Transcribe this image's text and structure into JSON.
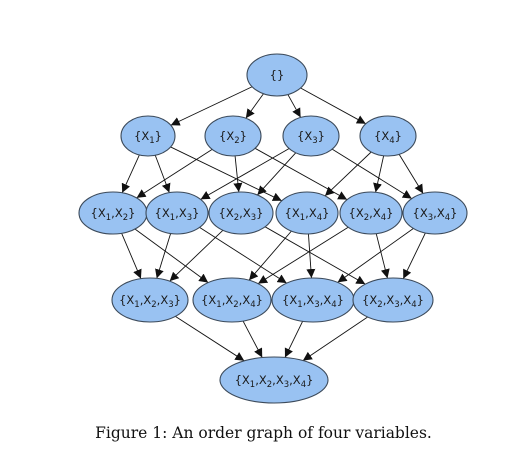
{
  "colors": {
    "node_fill": "#99c2f2",
    "node_stroke": "#3c4a5a",
    "edge": "#111111"
  },
  "diagram": {
    "nodes": [
      {
        "id": "n0",
        "label": "{}",
        "subsets": []
      },
      {
        "id": "n1",
        "label": "{X1}",
        "subsets": [
          1
        ]
      },
      {
        "id": "n2",
        "label": "{X2}",
        "subsets": [
          2
        ]
      },
      {
        "id": "n3",
        "label": "{X3}",
        "subsets": [
          3
        ]
      },
      {
        "id": "n4",
        "label": "{X4}",
        "subsets": [
          4
        ]
      },
      {
        "id": "n12",
        "label": "{X1,X2}",
        "subsets": [
          1,
          2
        ]
      },
      {
        "id": "n13",
        "label": "{X1,X3}",
        "subsets": [
          1,
          3
        ]
      },
      {
        "id": "n23",
        "label": "{X2,X3}",
        "subsets": [
          2,
          3
        ]
      },
      {
        "id": "n14",
        "label": "{X1,X4}",
        "subsets": [
          1,
          4
        ]
      },
      {
        "id": "n24",
        "label": "{X2,X4}",
        "subsets": [
          2,
          4
        ]
      },
      {
        "id": "n34",
        "label": "{X3,X4}",
        "subsets": [
          3,
          4
        ]
      },
      {
        "id": "n123",
        "label": "{X1,X2,X3}",
        "subsets": [
          1,
          2,
          3
        ]
      },
      {
        "id": "n124",
        "label": "{X1,X2,X4}",
        "subsets": [
          1,
          2,
          4
        ]
      },
      {
        "id": "n134",
        "label": "{X1,X3,X4}",
        "subsets": [
          1,
          3,
          4
        ]
      },
      {
        "id": "n234",
        "label": "{X2,X3,X4}",
        "subsets": [
          2,
          3,
          4
        ]
      },
      {
        "id": "n1234",
        "label": "{X1,X2,X3,X4}",
        "subsets": [
          1,
          2,
          3,
          4
        ]
      }
    ],
    "edges": [
      [
        "n0",
        "n1"
      ],
      [
        "n0",
        "n2"
      ],
      [
        "n0",
        "n3"
      ],
      [
        "n0",
        "n4"
      ],
      [
        "n1",
        "n12"
      ],
      [
        "n1",
        "n13"
      ],
      [
        "n1",
        "n14"
      ],
      [
        "n2",
        "n12"
      ],
      [
        "n2",
        "n23"
      ],
      [
        "n2",
        "n24"
      ],
      [
        "n3",
        "n13"
      ],
      [
        "n3",
        "n23"
      ],
      [
        "n3",
        "n34"
      ],
      [
        "n4",
        "n14"
      ],
      [
        "n4",
        "n24"
      ],
      [
        "n4",
        "n34"
      ],
      [
        "n12",
        "n123"
      ],
      [
        "n12",
        "n124"
      ],
      [
        "n13",
        "n123"
      ],
      [
        "n13",
        "n134"
      ],
      [
        "n23",
        "n123"
      ],
      [
        "n23",
        "n234"
      ],
      [
        "n14",
        "n124"
      ],
      [
        "n14",
        "n134"
      ],
      [
        "n24",
        "n124"
      ],
      [
        "n24",
        "n234"
      ],
      [
        "n34",
        "n134"
      ],
      [
        "n34",
        "n234"
      ],
      [
        "n123",
        "n1234"
      ],
      [
        "n124",
        "n1234"
      ],
      [
        "n134",
        "n1234"
      ],
      [
        "n234",
        "n1234"
      ]
    ]
  },
  "caption": "Figure 1: An order graph of four variables."
}
